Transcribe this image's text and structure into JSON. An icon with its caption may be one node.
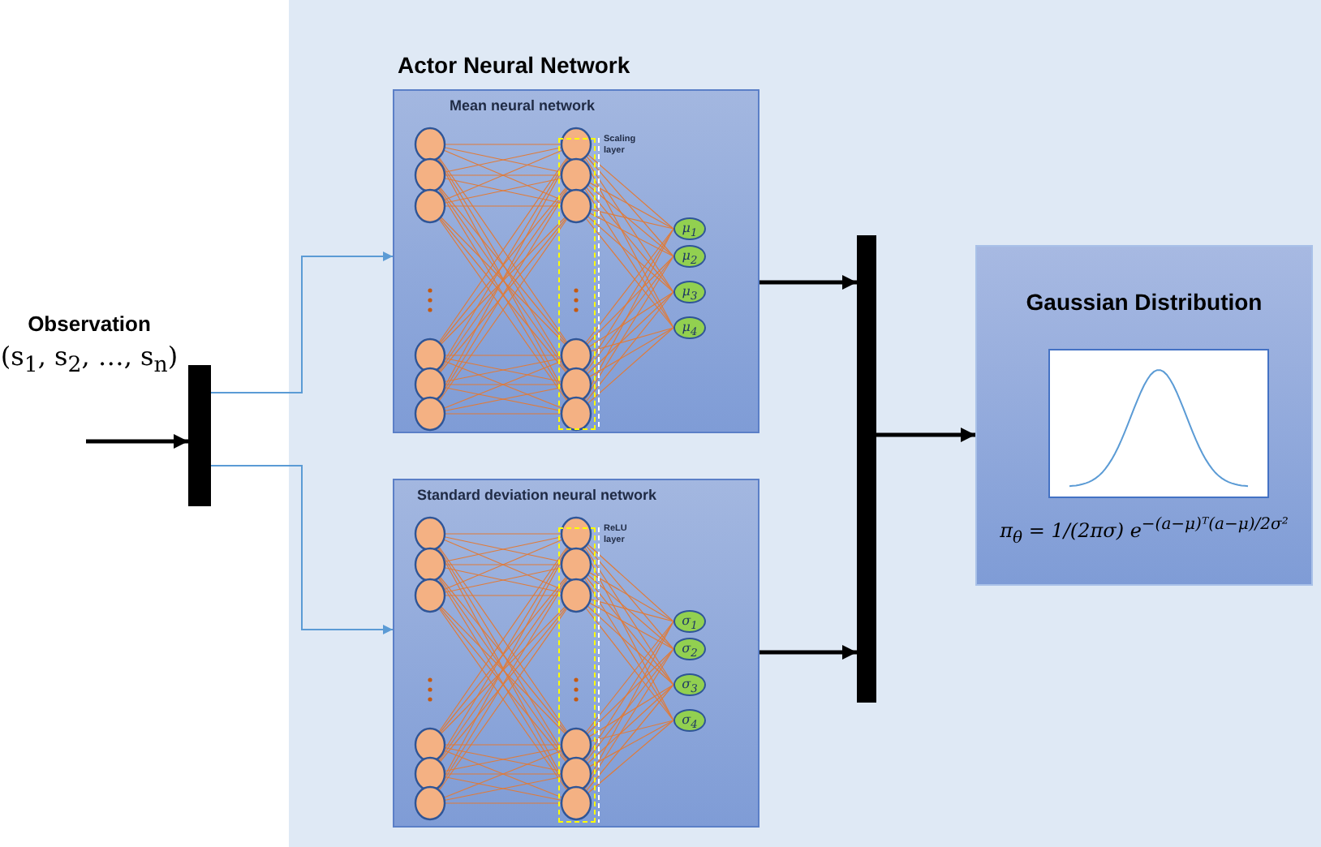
{
  "diagram": {
    "nodes": [
      {
        "text": [],
        "shape": "bar",
        "beside": [
          "Observation",
          "(s$_{1}$, s$_{2}$, …, s$_{n}$)"
        ]
      },
      {
        "text": [
          "Actor Neural Network"
        ]
      },
      {
        "text": [
          "Mean neural network"
        ],
        "in": 1
      },
      {
        "text": [
          "Scaling layer"
        ],
        "in": 2
      },
      {
        "text": [
          "μ$_{1}$"
        ],
        "in": 2
      },
      {
        "text": [
          "μ$_{2}$"
        ],
        "in": 2
      },
      {
        "text": [
          "μ$_{3}$"
        ],
        "in": 2
      },
      {
        "text": [
          "μ$_{4}$"
        ],
        "in": 2
      },
      {
        "text": [
          "Standard deviation neural network"
        ],
        "in": 1
      },
      {
        "text": [
          "ReLU layer"
        ],
        "in": 8
      },
      {
        "text": [
          "σ$_{1}$"
        ],
        "in": 8
      },
      {
        "text": [
          "σ$_{2}$"
        ],
        "in": 8
      },
      {
        "text": [
          "σ$_{3}$"
        ],
        "in": 8
      },
      {
        "text": [
          "σ$_{4}$"
        ],
        "in": 8
      },
      {
        "text": [],
        "shape": "bar",
        "in": 1
      },
      {
        "text": [
          "Gaussian Distribution",
          "π$_{θ}$ = 1/(2πσ) e$^{−(a−μ)ᵀ(a−μ)/2σ²}$"
        ],
        "in": 1
      }
    ],
    "edges": [
      {
        "from": null,
        "to": 0,
        "arrow": "to"
      },
      {
        "from": 0,
        "to": 2,
        "arrow": "to",
        "color": "#5b9bd5"
      },
      {
        "from": 0,
        "to": 8,
        "arrow": "to",
        "color": "#5b9bd5"
      },
      {
        "from": 2,
        "to": 14,
        "arrow": "to"
      },
      {
        "from": 8,
        "to": 14,
        "arrow": "to"
      },
      {
        "from": 14,
        "to": 15,
        "arrow": "to"
      }
    ]
  }
}
